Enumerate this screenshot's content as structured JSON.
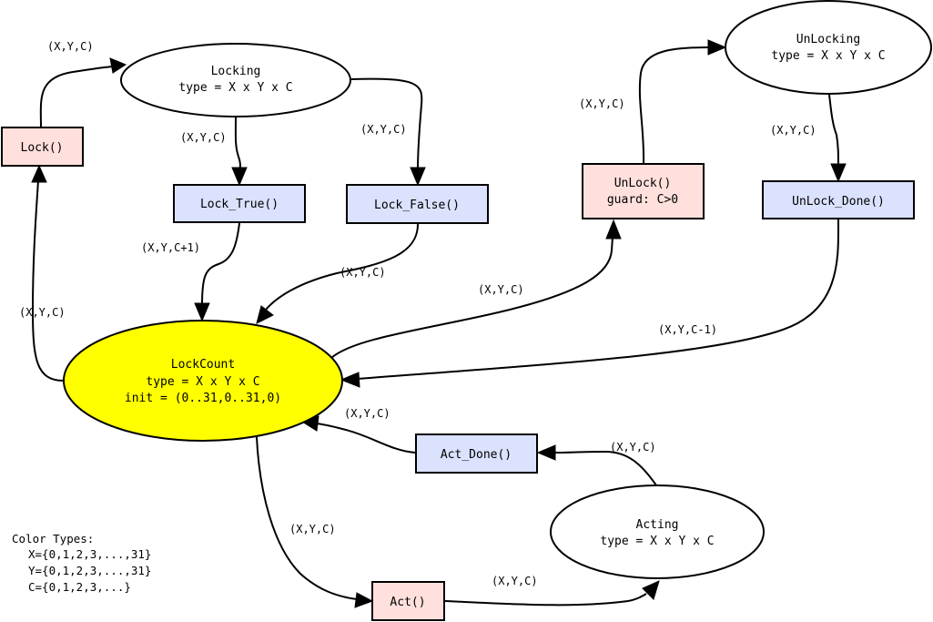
{
  "colors": {
    "place_fill": "#ffffff",
    "initial_place_fill": "#ffff00",
    "transition_red_fill": "#ffe0dc",
    "transition_blue_fill": "#dae2fe",
    "stroke": "#000000"
  },
  "places": [
    {
      "id": "locking",
      "lines": [
        "Locking",
        "type = X x Y x C"
      ]
    },
    {
      "id": "unlocking",
      "lines": [
        "UnLocking",
        "type = X x Y x C"
      ]
    },
    {
      "id": "lockcount",
      "lines": [
        "LockCount",
        "type = X x Y x C",
        "init = (0..31,0..31,0)"
      ]
    },
    {
      "id": "acting",
      "lines": [
        "Acting",
        "type = X x Y x C"
      ]
    }
  ],
  "transitions": [
    {
      "id": "lock",
      "lines": [
        "Lock()"
      ]
    },
    {
      "id": "lock_true",
      "lines": [
        "Lock_True()"
      ]
    },
    {
      "id": "lock_false",
      "lines": [
        "Lock_False()"
      ]
    },
    {
      "id": "unlock",
      "lines": [
        "UnLock()",
        "guard: C>0"
      ]
    },
    {
      "id": "unlock_done",
      "lines": [
        "UnLock_Done()"
      ]
    },
    {
      "id": "act_done",
      "lines": [
        "Act_Done()"
      ]
    },
    {
      "id": "act",
      "lines": [
        "Act()"
      ]
    }
  ],
  "edges": [
    {
      "id": "lock-to-locking",
      "from": "Lock()",
      "to": "Locking",
      "label": "(X,Y,C)"
    },
    {
      "id": "locking-to-lock_true",
      "from": "Locking",
      "to": "Lock_True()",
      "label": "(X,Y,C)"
    },
    {
      "id": "locking-to-lock_false",
      "from": "Locking",
      "to": "Lock_False()",
      "label": "(X,Y,C)"
    },
    {
      "id": "lock_true-to-lockcount",
      "from": "Lock_True()",
      "to": "LockCount",
      "label": "(X,Y,C+1)"
    },
    {
      "id": "lock_false-to-lockcount",
      "from": "Lock_False()",
      "to": "LockCount",
      "label": "(X,Y,C)"
    },
    {
      "id": "lockcount-to-lock",
      "from": "LockCount",
      "to": "Lock()",
      "label": "(X,Y,C)"
    },
    {
      "id": "lockcount-to-unlock",
      "from": "LockCount",
      "to": "UnLock()",
      "label": "(X,Y,C)"
    },
    {
      "id": "unlock-to-unlocking",
      "from": "UnLock()",
      "to": "UnLocking",
      "label": "(X,Y,C)"
    },
    {
      "id": "unlocking-to-unlock_done",
      "from": "UnLocking",
      "to": "UnLock_Done()",
      "label": "(X,Y,C)"
    },
    {
      "id": "unlock_done-to-lockcount",
      "from": "UnLock_Done()",
      "to": "LockCount",
      "label": "(X,Y,C-1)"
    },
    {
      "id": "act_done-to-lockcount",
      "from": "Act_Done()",
      "to": "LockCount",
      "label": "(X,Y,C)"
    },
    {
      "id": "acting-to-act_done",
      "from": "Acting",
      "to": "Act_Done()",
      "label": "(X,Y,C)"
    },
    {
      "id": "lockcount-to-act",
      "from": "LockCount",
      "to": "Act()",
      "label": "(X,Y,C)"
    },
    {
      "id": "act-to-acting",
      "from": "Act()",
      "to": "Acting",
      "label": "(X,Y,C)"
    }
  ],
  "legend": {
    "title": "Color Types:",
    "lines": [
      "X={0,1,2,3,...,31}",
      "Y={0,1,2,3,...,31}",
      "C={0,1,2,3,...}"
    ]
  }
}
